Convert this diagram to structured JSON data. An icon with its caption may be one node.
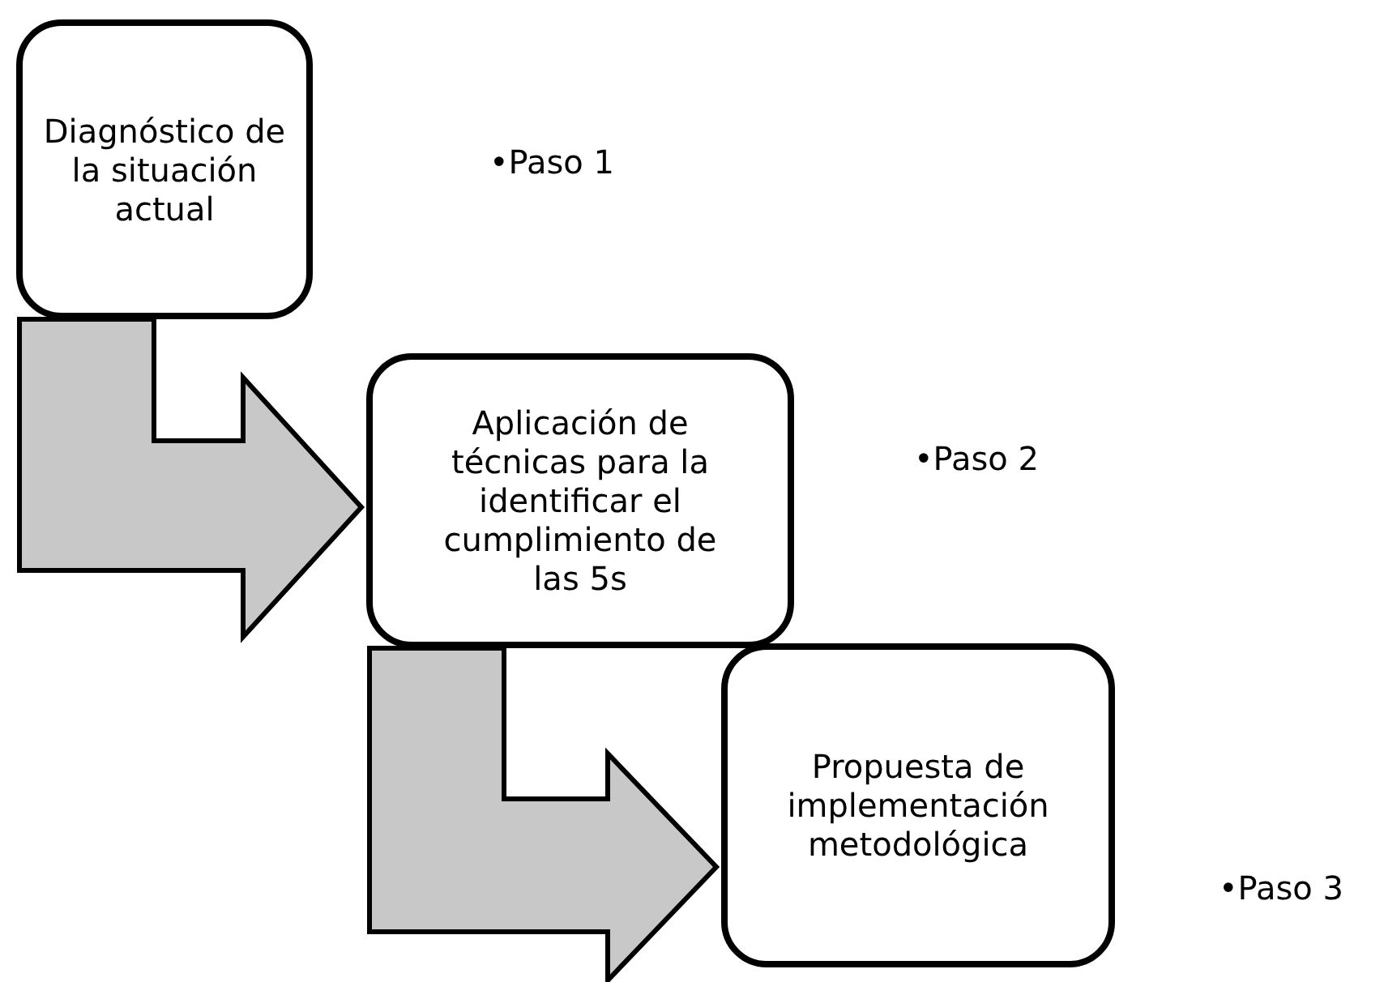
{
  "diagram": {
    "nodes": [
      {
        "text": [
          "Diagnóstico de la situación actual"
        ]
      },
      {
        "text": [
          "Aplicación de técnicas para la identificar el cumplimiento de las 5s"
        ]
      },
      {
        "text": [
          "Propuesta de implementación metodológica"
        ]
      }
    ],
    "edges": [
      {
        "from": 0,
        "to": 1,
        "arrow": "to"
      },
      {
        "from": 1,
        "to": 2,
        "arrow": "to"
      }
    ],
    "labels": [
      "•Paso 1",
      "•Paso 2",
      "•Paso 3"
    ]
  }
}
